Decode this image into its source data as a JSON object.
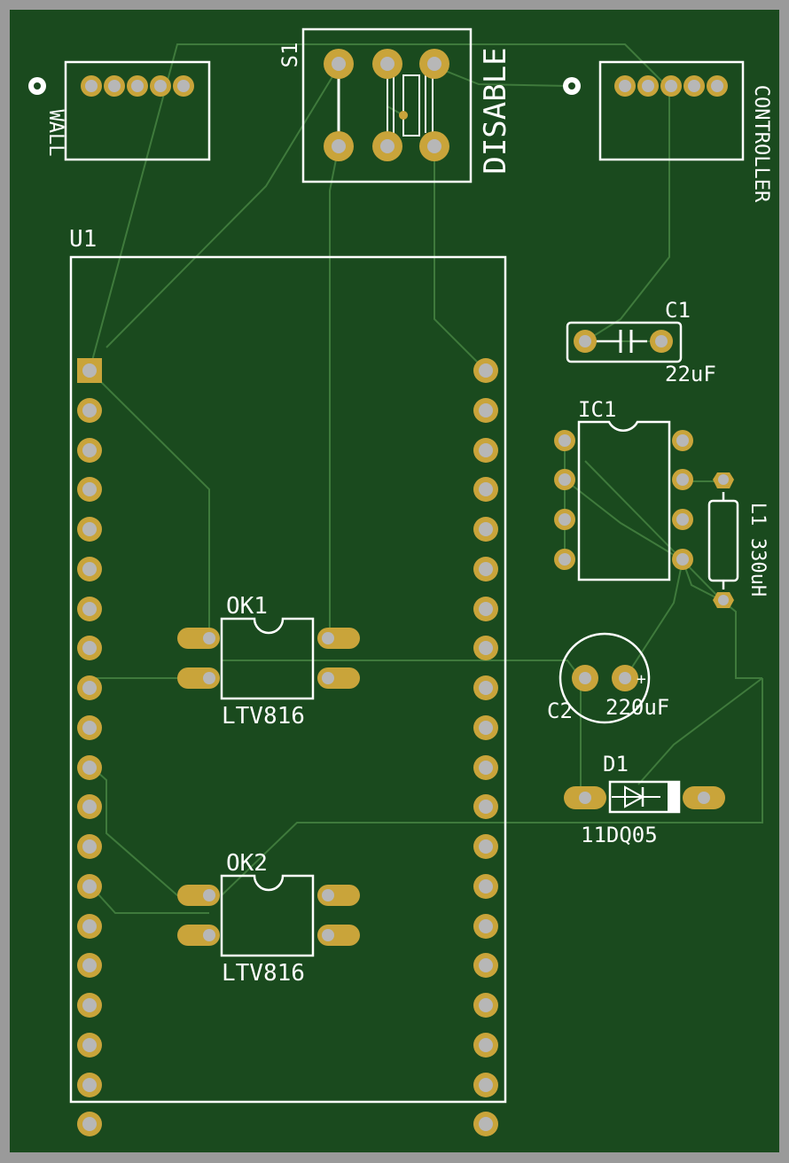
{
  "board": {
    "colors": {
      "edge": "#9a9a9a",
      "substrate": "#1a4a1e",
      "trace": "#3f7a3c",
      "silkscreen": "#ffffff",
      "pad": "#c9a43a",
      "drill": "#b7b7b7"
    }
  },
  "labels": {
    "s1_ref": "S1",
    "disable": "DISABLE",
    "wall": "WALL",
    "controller": "CONTROLLER",
    "u1_ref": "U1",
    "c1_ref": "C1",
    "c1_value": "22uF",
    "ic1_ref": "IC1",
    "l1_ref": "L1",
    "l1_value": "330uH",
    "ok1_ref": "OK1",
    "ok1_value": "LTV816",
    "ok2_ref": "OK2",
    "ok2_value": "LTV816",
    "c2_ref": "C2",
    "c2_value": "220uF",
    "d1_ref": "D1",
    "d1_value": "11DQ05"
  }
}
